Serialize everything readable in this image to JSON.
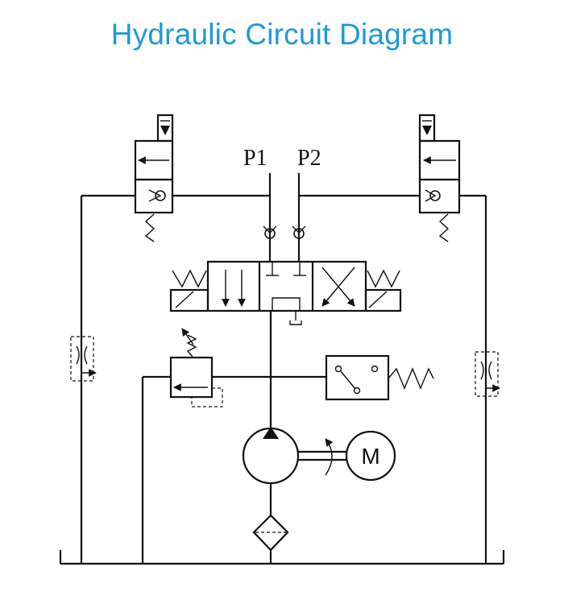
{
  "title": "Hydraulic Circuit Diagram",
  "ports": {
    "p1": "P1",
    "p2": "P2"
  },
  "motor": {
    "label": "M"
  },
  "colors": {
    "title": "#1f9ad6",
    "lines": "#111111",
    "background": "#ffffff"
  },
  "components": [
    "solenoid-valve-left",
    "solenoid-valve-right",
    "check-valve-p1",
    "check-valve-p2",
    "directional-control-valve",
    "relief-valve",
    "pressure-switch",
    "throttle-valve-left",
    "throttle-valve-right",
    "pump",
    "electric-motor",
    "filter",
    "tank"
  ]
}
